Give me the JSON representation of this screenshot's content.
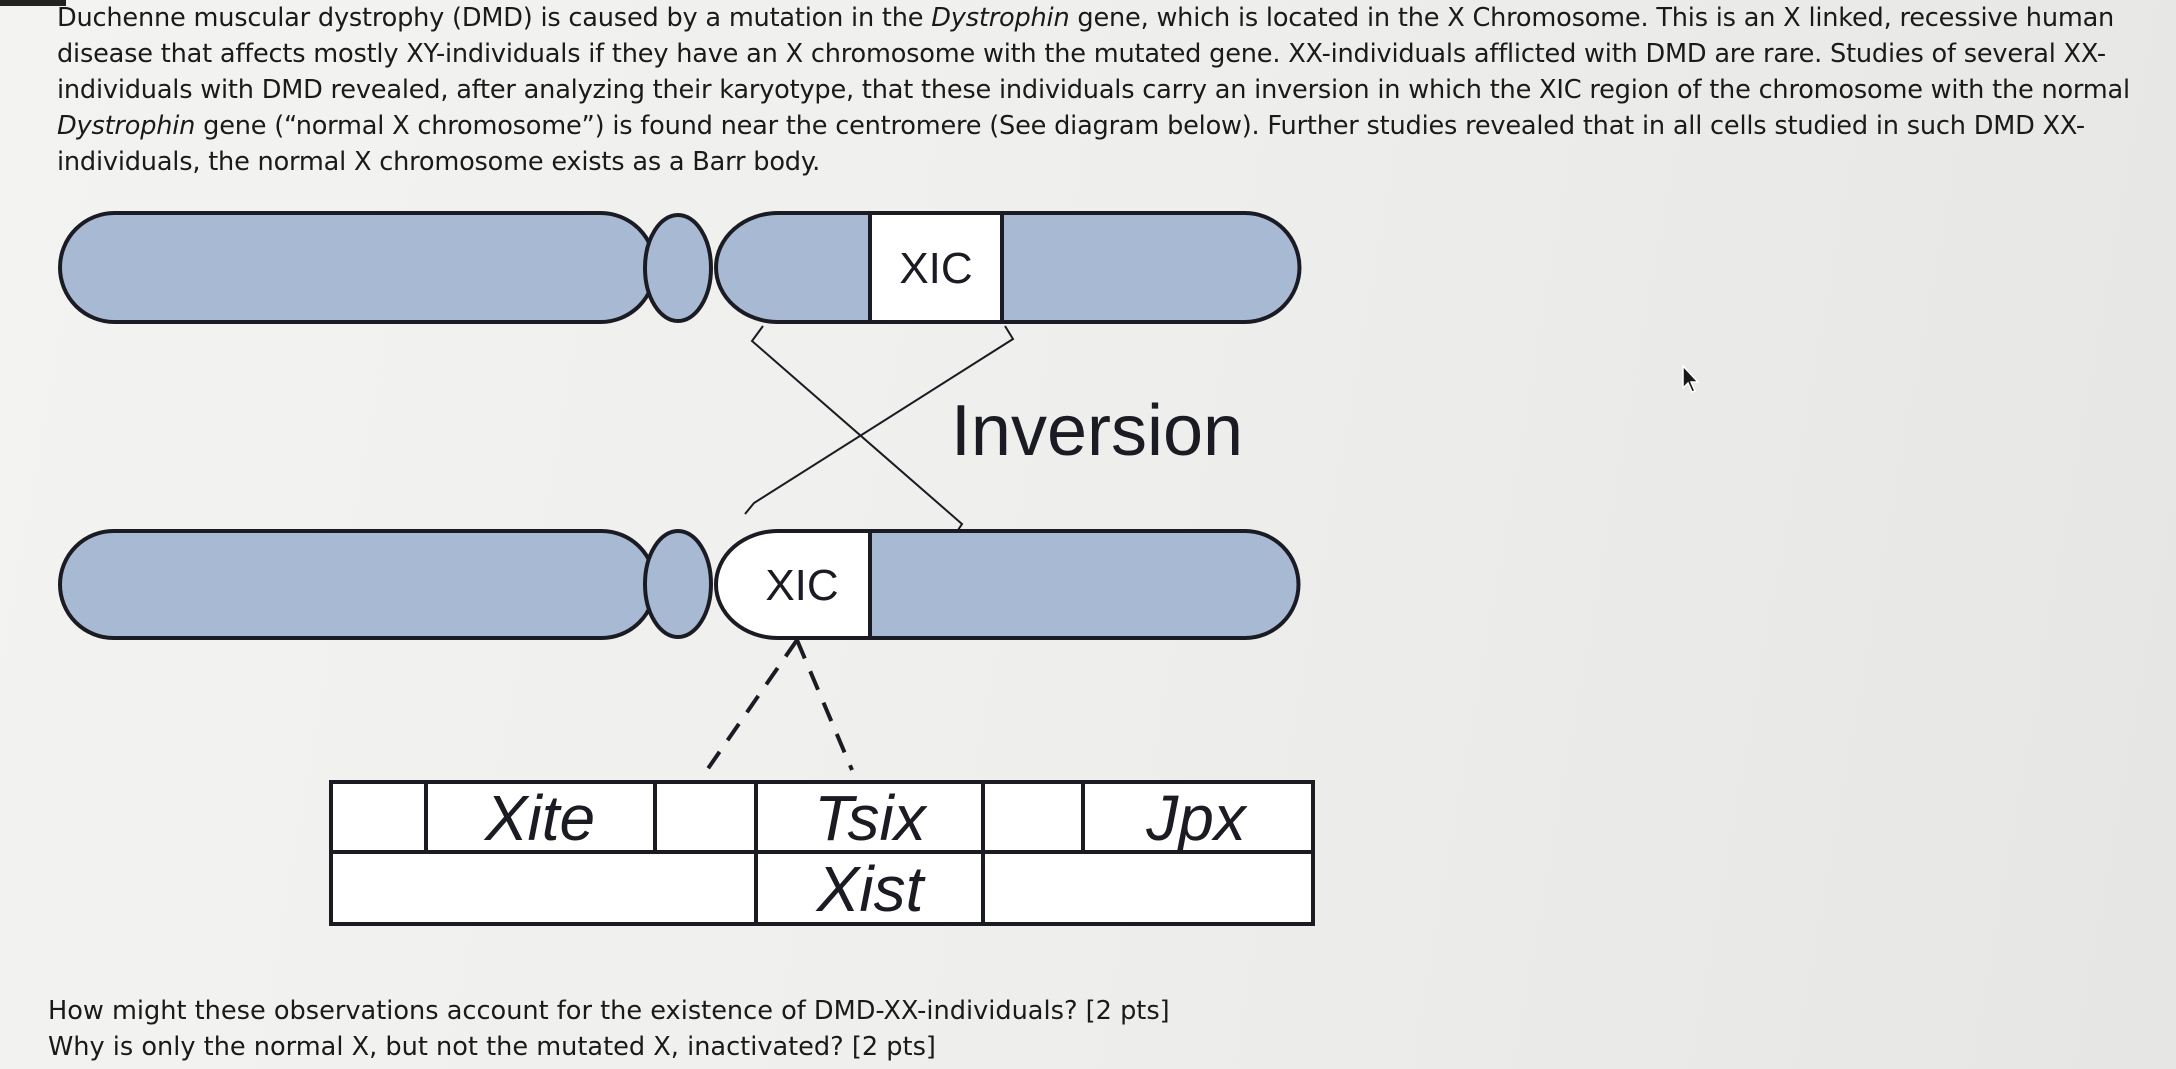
{
  "intro": {
    "part1": "Duchenne muscular dystrophy (DMD) is caused by a mutation in the ",
    "gene_name_1": "Dystrophin",
    "part2": " gene, which is located in the X Chromosome. This is an X linked, recessive human disease that affects mostly XY-individuals if they have an X chromosome with the mutated gene. XX-individuals afflicted with DMD are rare. Studies of several XX-individuals with DMD revealed, after analyzing their karyotype, that these individuals carry an inversion in which the XIC region of the chromosome with the normal ",
    "gene_name_2": "Dystrophin",
    "part3": " gene (“normal X chromosome”) is found near the centromere (See diagram below). Further studies revealed that in all cells studied in such DMD XX-individuals, the normal X chromosome exists as a Barr body."
  },
  "diagram": {
    "top_region_label": "XIC",
    "inversion_label": "Inversion",
    "bottom_region_label": "XIC",
    "genes_row1": [
      "",
      "Xite",
      "",
      "Tsix",
      "",
      "Jpx"
    ],
    "genes_row2": [
      "",
      "Xist",
      ""
    ],
    "colors": {
      "chromosome_fill": "#a8bad3",
      "outline": "#1b1b24",
      "region_fill": "#ffffff"
    }
  },
  "questions": [
    "How might these observations account for the existence of DMD-XX-individuals? [2 pts]",
    "Why is only the normal X, but not the mutated X, inactivated? [2 pts]"
  ]
}
